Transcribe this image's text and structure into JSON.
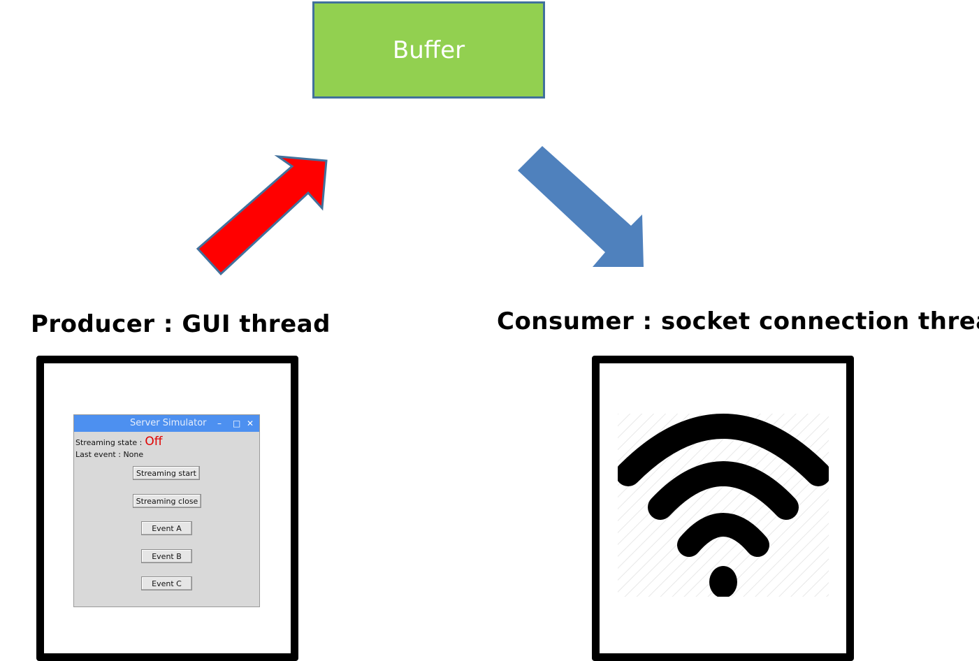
{
  "buffer": {
    "label": "Buffer"
  },
  "producer": {
    "heading": "Producer : GUI thread",
    "window": {
      "title": "Server Simulator",
      "controls": {
        "minimize": "–",
        "maximize": "□",
        "close": "✕"
      },
      "streaming_state_label": "Streaming state :",
      "streaming_state_value": "Off",
      "last_event_label": "Last event :",
      "last_event_value": "None",
      "buttons": [
        "Streaming start",
        "Streaming close",
        "Event A",
        "Event B",
        "Event C"
      ]
    }
  },
  "consumer": {
    "heading": "Consumer : socket connection thread",
    "icon": "wifi-icon"
  },
  "colors": {
    "buffer_fill": "#92d050",
    "buffer_border": "#41719c",
    "producer_arrow": "#ff0000",
    "consumer_arrow": "#4f81bd",
    "off_state": "#e00000",
    "titlebar": "#4d90f0"
  }
}
